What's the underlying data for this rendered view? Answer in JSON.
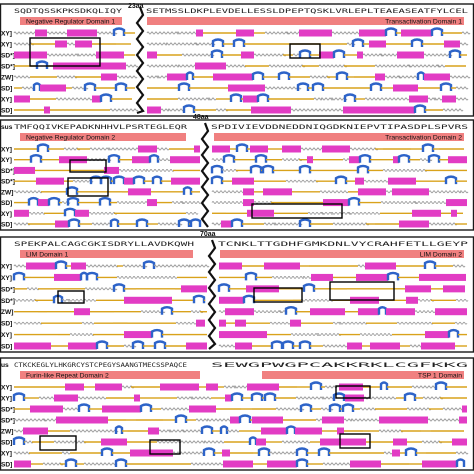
{
  "colors": {
    "helix": "#e23cc4",
    "strand": "#2d63c8",
    "coil": "#9a9a9a",
    "connector": "#d9a21b",
    "domain_bar": "#f08080",
    "frame": "#1a1a1a"
  },
  "panels": [
    {
      "gap_label": "23aa",
      "row_label_head": "",
      "row_labels": [
        "XY]",
        "SD*]",
        "SD*]",
        "ZW]",
        "SD]",
        "XY]",
        "SD]"
      ],
      "seq_left": "SQDTQSSKPKSDKQLIQY",
      "seq_right": "SETMSSLDKPLEVDELLESSLDPEPTQSKLVRLEPLTEAEASEATFYLCEL",
      "domain_left": "Negative Regulator Domain 1",
      "domain_right": "Transactivation Domain 1"
    },
    {
      "gap_label": "48aa",
      "row_label_head": "sus",
      "row_labels": [
        "XY]",
        "SD*]",
        "SD*]",
        "ZW]",
        "SD]",
        "XY]",
        "SD]"
      ],
      "seq_left": "TMFQQIVKEPADKNHHVLPSRTEGLEQR",
      "seq_right": "SPDIVIEVDDNEDDNIQGDKNIEPVTIPASDPLSPVRS",
      "domain_left": "Negative Regulator Domain 2",
      "domain_right": "Transactivation Domain 2"
    },
    {
      "gap_label": "70aa",
      "row_label_head": "",
      "row_labels": [
        "XY]",
        "SD*]",
        "SD*]",
        "ZW]",
        "SD]",
        "XY]",
        "SD]"
      ],
      "seq_left": "SPEKPALCAGCGKISDRYLLAVDKQWH",
      "seq_right": "TCNKLTTGDHFGMKDNLVYCRAHFETLLGEYP",
      "domain_left": "LIM Domain 1",
      "domain_right": "LIM Domain 2"
    },
    {
      "gap_label": "",
      "row_label_head": "us",
      "row_labels": [
        "XY]",
        "SD*]",
        "SD*]",
        "ZW]",
        "SD]",
        "XY]",
        "SD]"
      ],
      "seq_left": "CTKCKEGLYLHKGRCYSTCPEGYSAANGTMECSSPAQCE",
      "seq_right": "SEWGPWGPCAKKRKLCGFKKG",
      "domain_left": "Furin-like Repeat Domain 2",
      "domain_right": "TSP 1 Domain"
    }
  ]
}
